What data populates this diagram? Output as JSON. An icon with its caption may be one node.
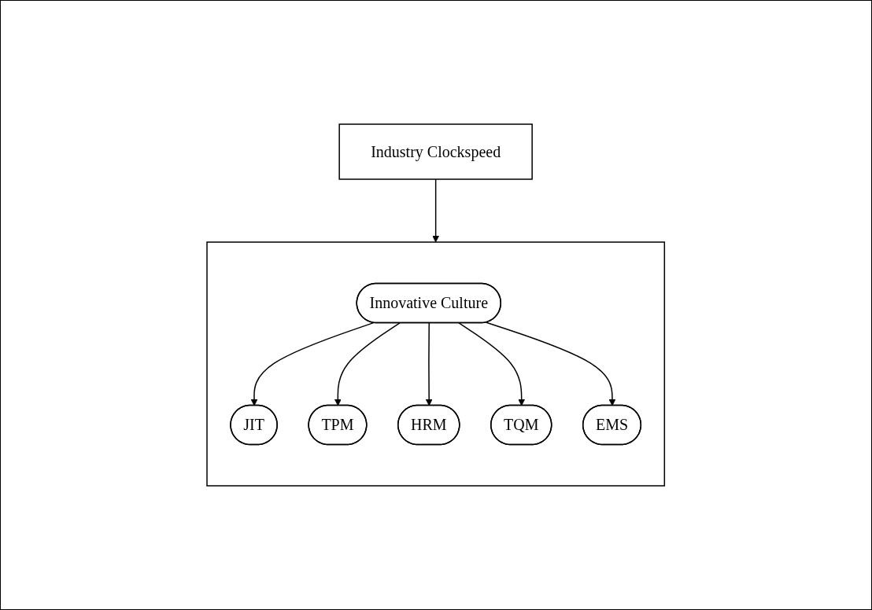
{
  "diagram": {
    "nodes": [
      {
        "text": [],
        "shape": "box"
      },
      {
        "text": [
          "Innovative Culture"
        ],
        "in": 0
      },
      {
        "text": [
          "JIT"
        ],
        "in": 0
      },
      {
        "text": [
          "TPM"
        ],
        "in": 0
      },
      {
        "text": [
          "HRM"
        ],
        "in": 0
      },
      {
        "text": [
          "TQM"
        ],
        "in": 0
      },
      {
        "text": [
          "EMS"
        ],
        "in": 0
      },
      {
        "text": [
          "Industry Clockspeed"
        ]
      }
    ],
    "edges": [
      {
        "from": 1,
        "to": 2,
        "arrow": "to"
      },
      {
        "from": 1,
        "to": 3,
        "arrow": "to"
      },
      {
        "from": 1,
        "to": 4,
        "arrow": "to"
      },
      {
        "from": 1,
        "to": 5,
        "arrow": "to"
      },
      {
        "from": 1,
        "to": 6,
        "arrow": "to"
      },
      {
        "from": 7,
        "to": 0,
        "arrow": "to"
      }
    ]
  }
}
